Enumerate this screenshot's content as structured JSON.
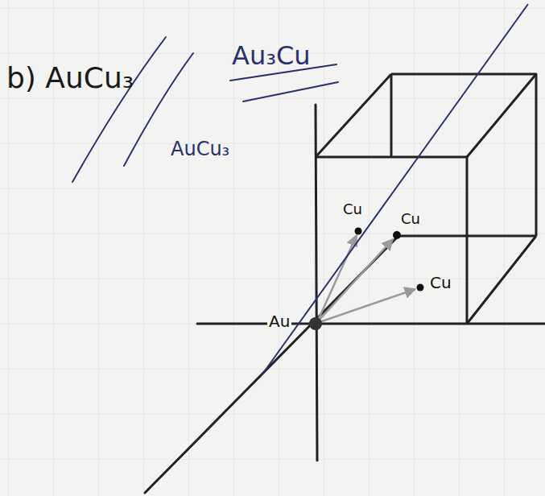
{
  "diagram": {
    "labels": [
      "b) AuCu₃",
      "Au₃Cu",
      "AuCu₃",
      "Cu",
      "Cu",
      "Cu",
      "Au"
    ]
  }
}
